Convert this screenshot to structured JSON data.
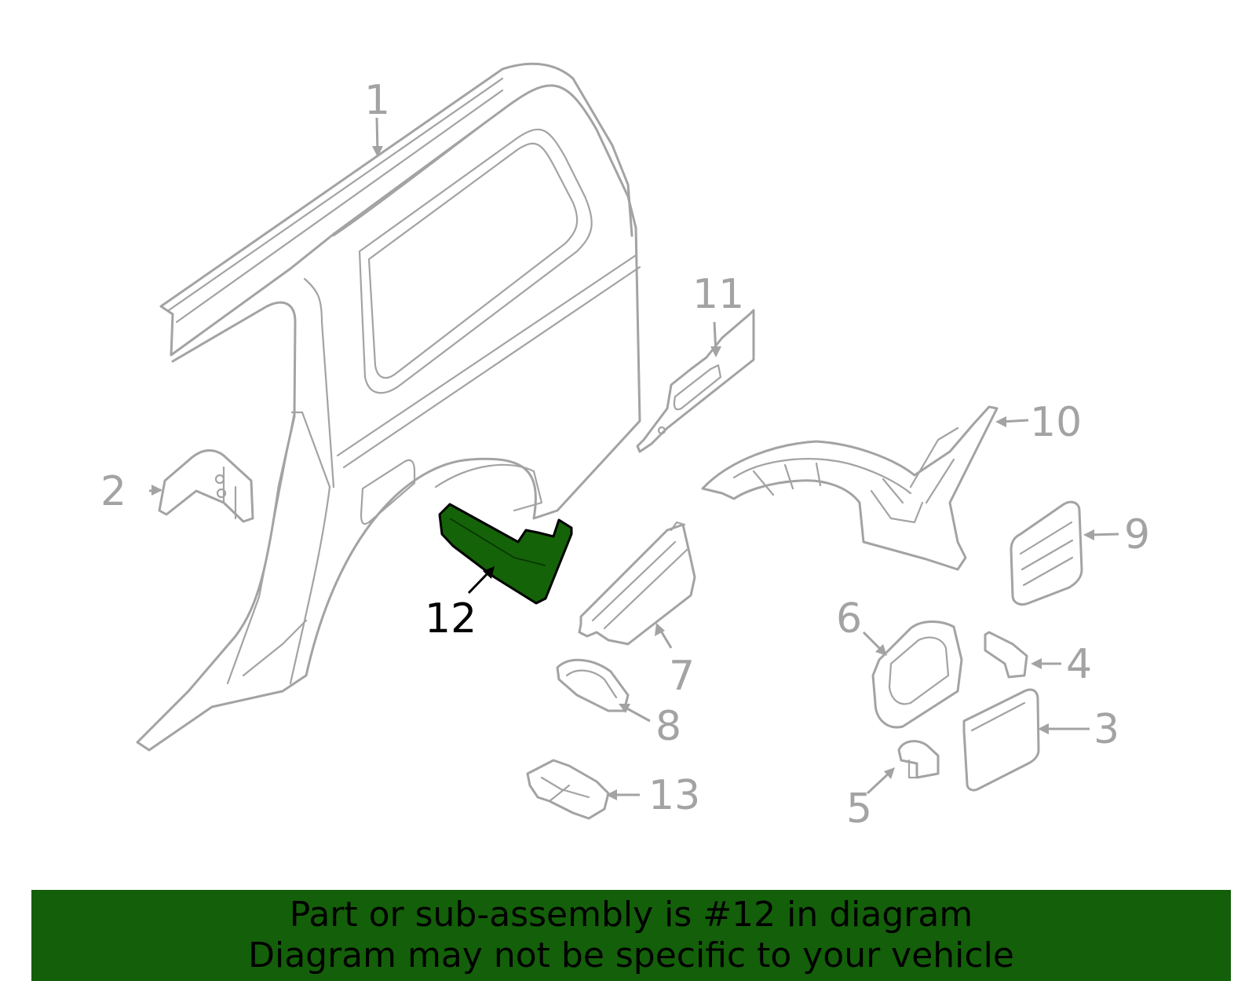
{
  "callouts": [
    {
      "id": "1",
      "label": "1"
    },
    {
      "id": "2",
      "label": "2"
    },
    {
      "id": "3",
      "label": "3"
    },
    {
      "id": "4",
      "label": "4"
    },
    {
      "id": "5",
      "label": "5"
    },
    {
      "id": "6",
      "label": "6"
    },
    {
      "id": "7",
      "label": "7"
    },
    {
      "id": "8",
      "label": "8"
    },
    {
      "id": "9",
      "label": "9"
    },
    {
      "id": "10",
      "label": "10"
    },
    {
      "id": "11",
      "label": "11"
    },
    {
      "id": "12",
      "label": "12"
    },
    {
      "id": "13",
      "label": "13"
    }
  ],
  "highlighted_part": "12",
  "colors": {
    "highlight_fill": "#156308",
    "banner_background": "#145f0a",
    "line_art": "#a3a3a3",
    "highlight_text": "#000000"
  },
  "banner": {
    "line1": "Part or sub-assembly is #12 in diagram",
    "line2": "Diagram may not be specific to your vehicle"
  }
}
